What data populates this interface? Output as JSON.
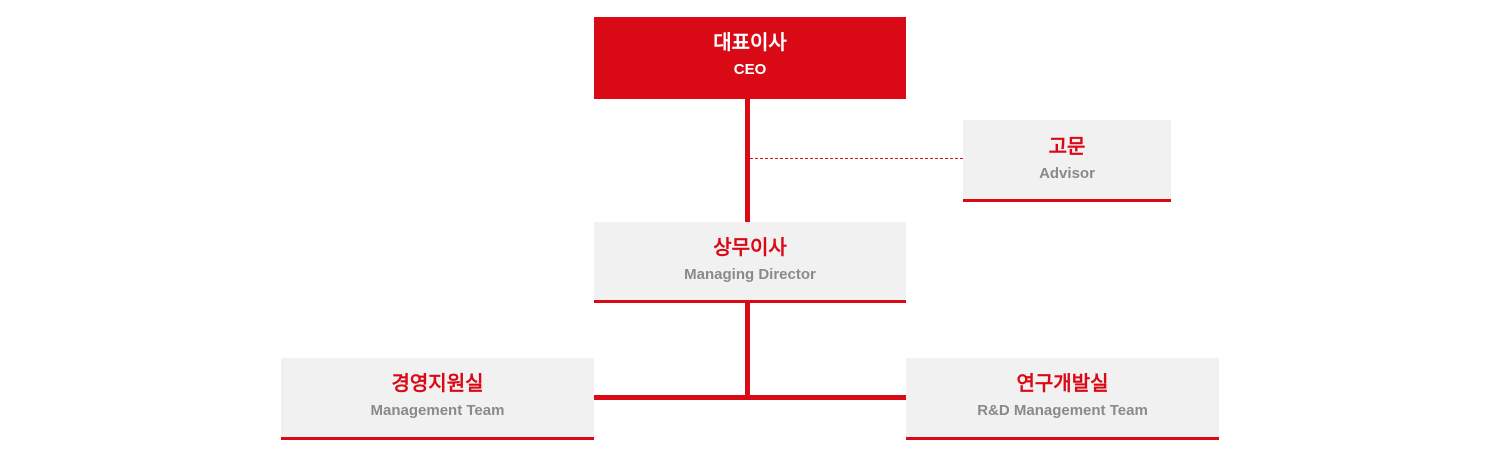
{
  "colors": {
    "accent": "#d90916",
    "box_gray": "#f1f1f1",
    "subtext_gray": "#8a8a8a"
  },
  "nodes": {
    "ceo": {
      "ko": "대표이사",
      "en": "CEO"
    },
    "advisor": {
      "ko": "고문",
      "en": "Advisor"
    },
    "managing_director": {
      "ko": "상무이사",
      "en": "Managing Director"
    },
    "management_team": {
      "ko": "경영지원실",
      "en": "Management Team"
    },
    "rnd_team": {
      "ko": "연구개발실",
      "en": "R&D Management Team"
    }
  }
}
